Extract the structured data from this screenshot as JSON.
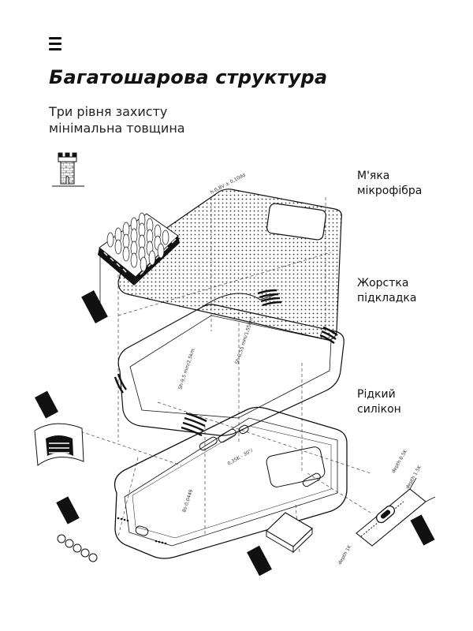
{
  "header": {
    "menu_icon": "hamburger-menu-icon",
    "title": "Багатошарова структура",
    "subtitle_lines": [
      "Три рівня захисту",
      "мінімальна товщина"
    ]
  },
  "layers": [
    {
      "line1": "М'яка",
      "line2": "мікрофібра"
    },
    {
      "line1": "Жорстка",
      "line2": "підкладка"
    },
    {
      "line1": "Рідкий",
      "line2": "силікон"
    }
  ],
  "icons": [
    "tower-icon"
  ],
  "colors": {
    "ink": "#111111",
    "background": "#ffffff"
  }
}
